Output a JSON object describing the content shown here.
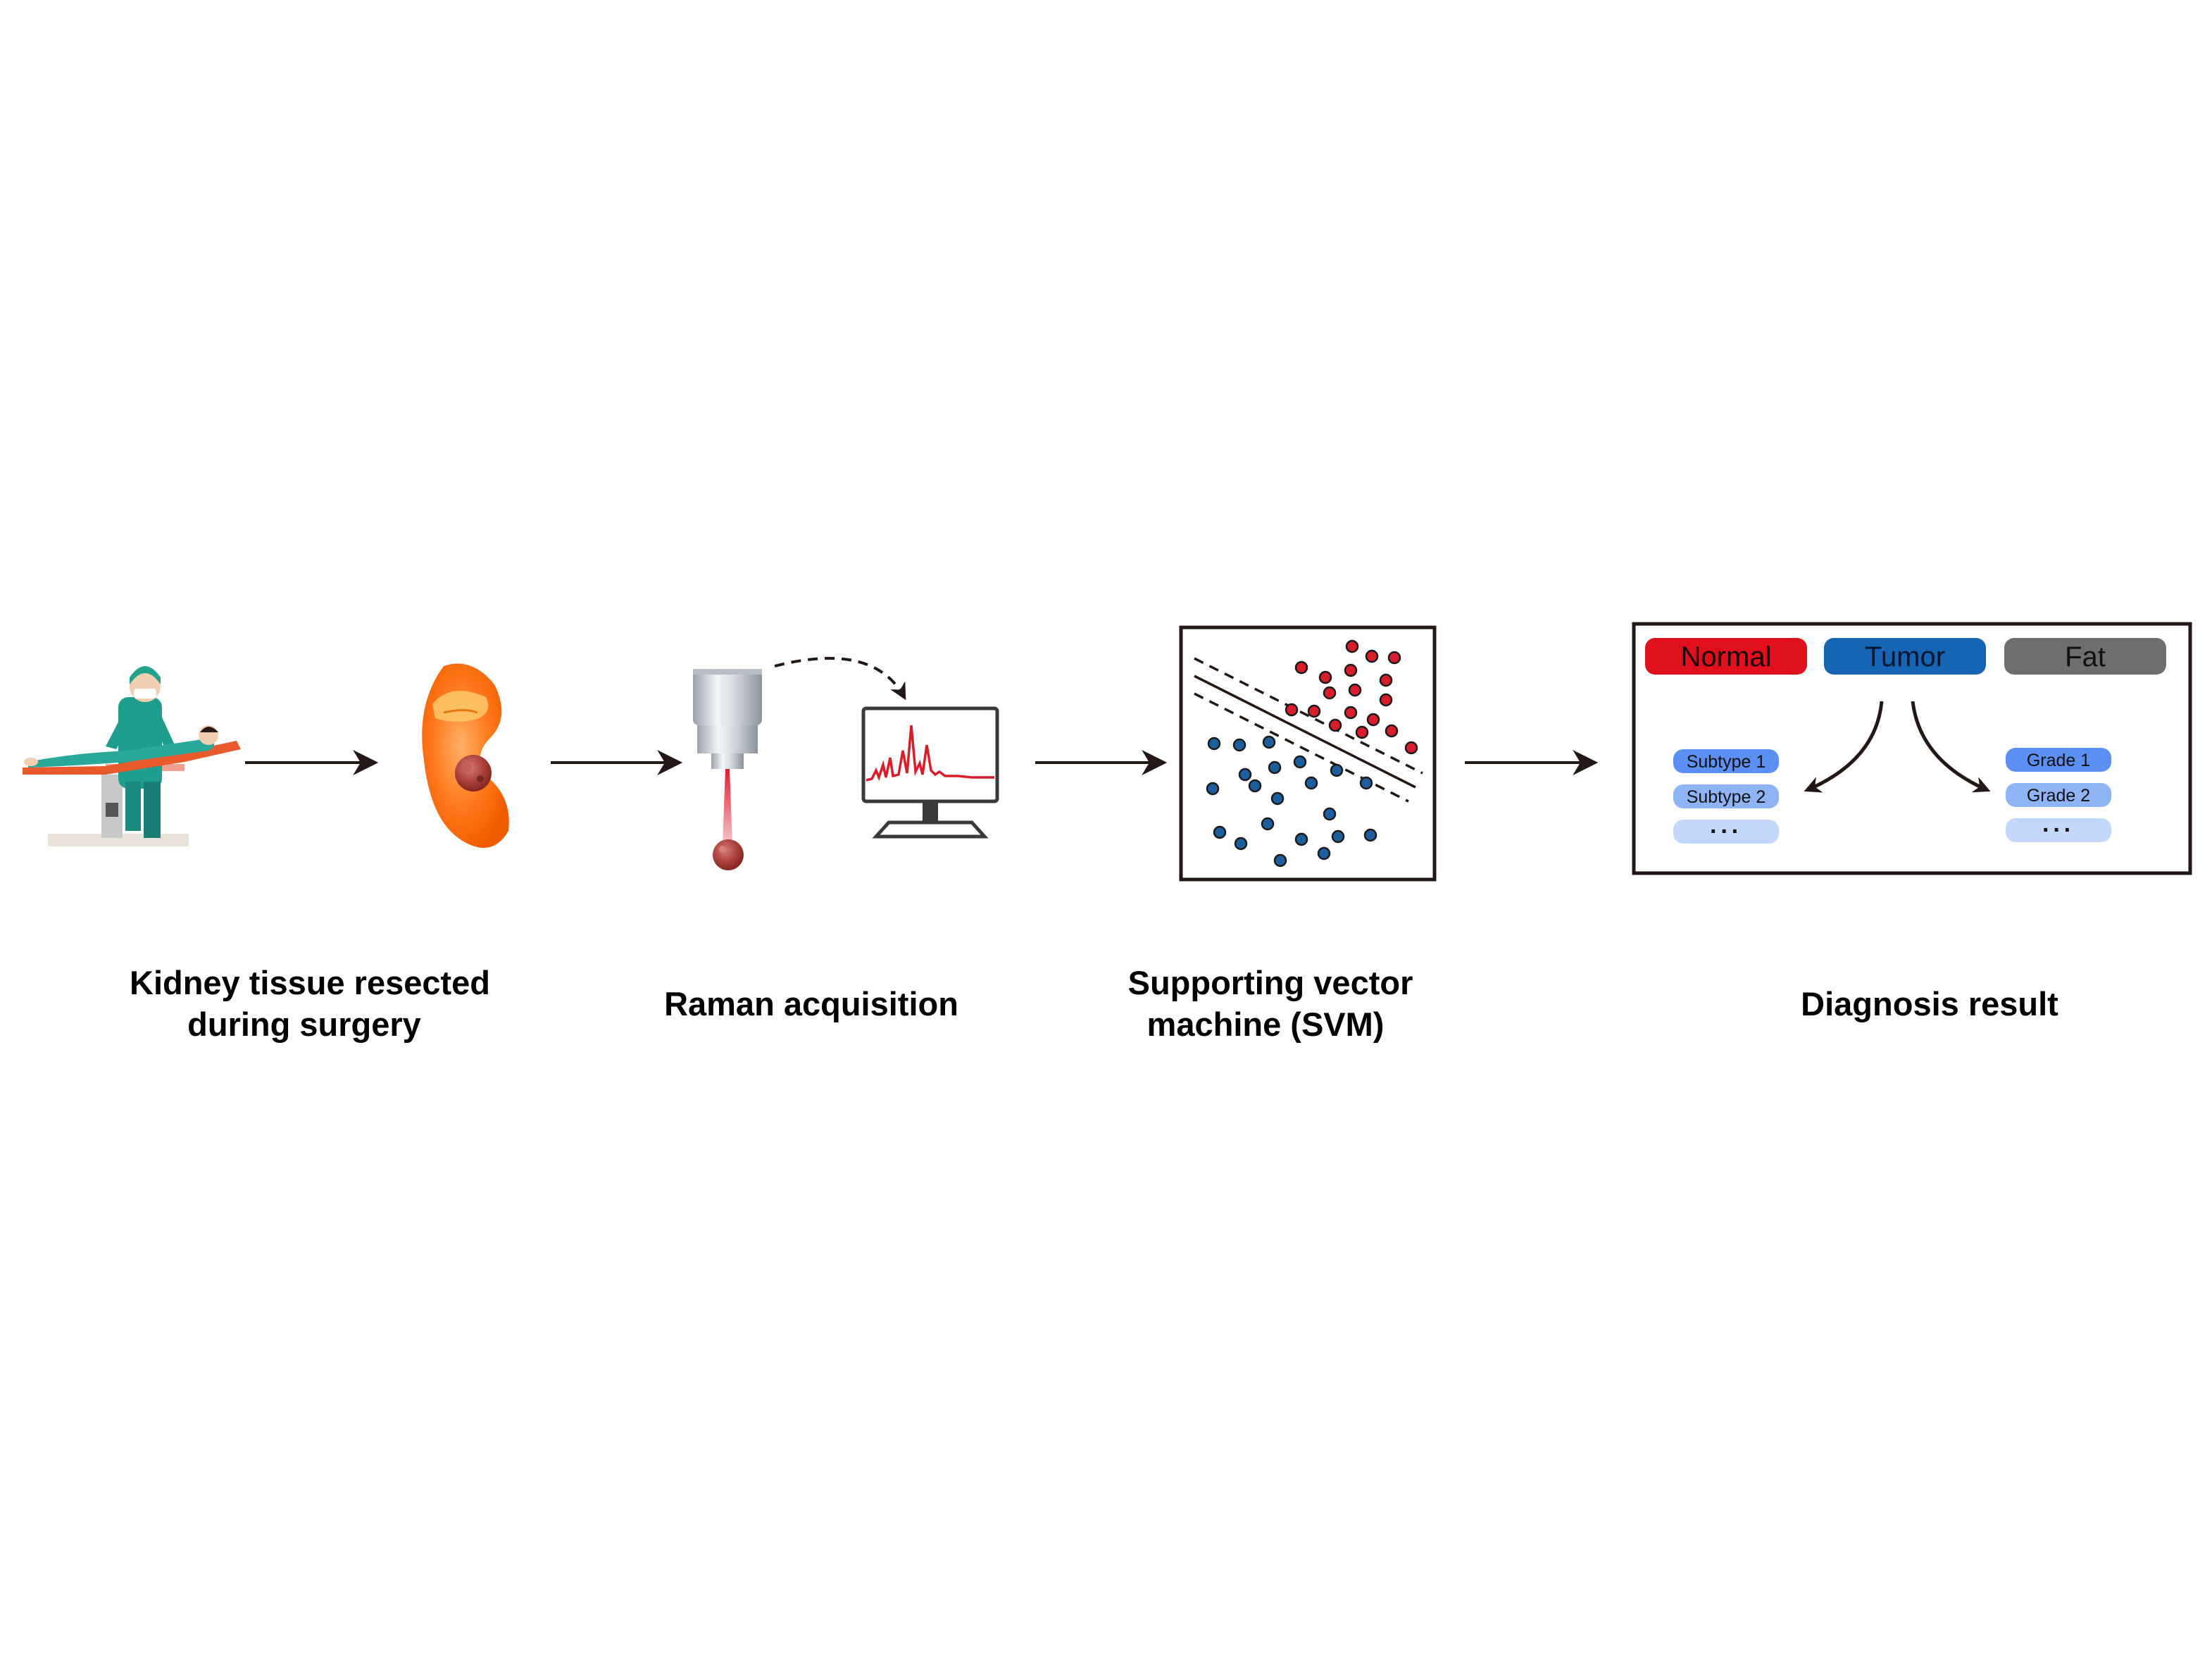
{
  "stages": [
    {
      "label_lines": [
        "Kidney tissue resected",
        "during surgery"
      ]
    },
    {
      "label_lines": [
        "Raman acquisition"
      ]
    },
    {
      "label_lines": [
        "Supporting vector",
        "machine (SVM)"
      ]
    },
    {
      "label_lines": [
        "Diagnosis result"
      ]
    }
  ],
  "diagnosis": {
    "categories": [
      {
        "label": "Normal",
        "color": "#e0101c",
        "text_color": "#1a0000"
      },
      {
        "label": "Tumor",
        "color": "#1565b4",
        "text_color": "#06162c"
      },
      {
        "label": "Fat",
        "color": "#6e6e6e",
        "text_color": "#111111"
      }
    ],
    "subtypes": [
      "Subtype 1",
      "Subtype 2",
      "···"
    ],
    "grades": [
      "Grade 1",
      "Grade 2",
      "···"
    ],
    "level_colors": [
      "#5b8ff2",
      "#8fb4f6",
      "#c3d8fa"
    ]
  },
  "svm": {
    "class_a_color": "#d81e2a",
    "class_b_color": "#1a5e9e"
  },
  "icons": [
    "surgery-scene-icon",
    "kidney-tumor-icon",
    "objective-lens-icon",
    "laser-beam-icon",
    "tissue-sample-icon",
    "monitor-spectrum-icon"
  ]
}
